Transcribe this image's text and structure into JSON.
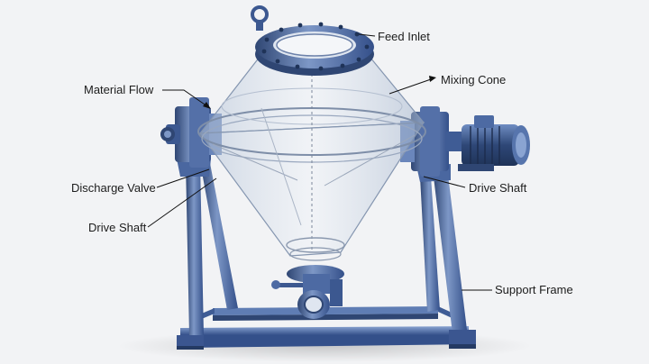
{
  "labels": {
    "feed_inlet": "Feed Inlet",
    "mixing_cone": "Mixing Cone",
    "material_flow": "Material Flow",
    "discharge_valve": "Discharge Valve",
    "drive_shaft_left": "Drive Shaft",
    "drive_shaft_right": "Drive Shaft",
    "support_frame": "Support Frame"
  },
  "colors": {
    "background": "#f2f3f5",
    "steel_blue": "#4f6fa8",
    "steel_dark": "#2f4673",
    "steel_light": "#8aa4d2",
    "glass": "#c9d6e6",
    "motor": "#3d5a93",
    "leader_line": "#111111"
  }
}
